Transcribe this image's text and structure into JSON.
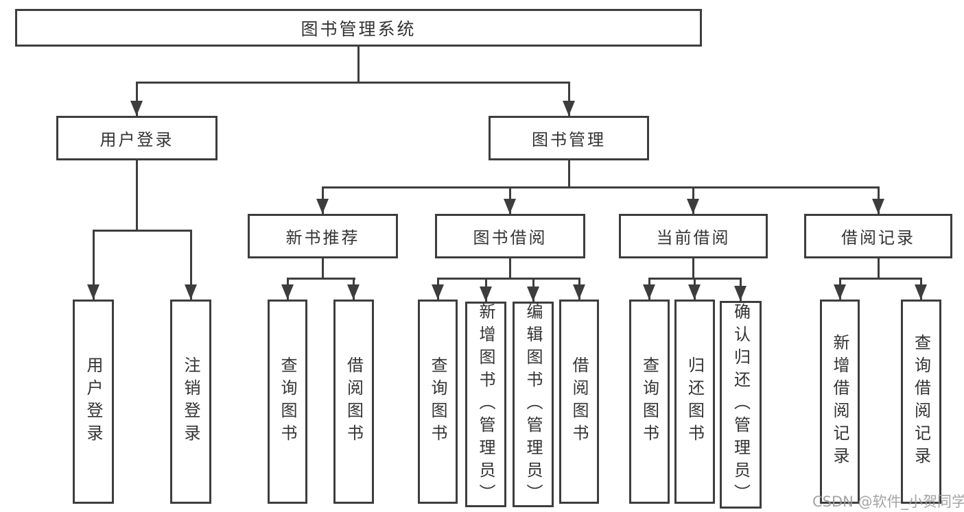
{
  "nodes": {
    "root": "图书管理系统",
    "user_login": "用户登录",
    "book_mgmt": "图书管理",
    "new_book_rec": "新书推荐",
    "book_borrow": "图书借阅",
    "current_borrow": "当前借阅",
    "borrow_records": "借阅记录",
    "ul_user_login": "用户登录",
    "ul_logout": "注销登录",
    "nb_query_book": "查询图书",
    "nb_borrow_book": "借阅图书",
    "bb_query_book": "查询图书",
    "bb_add_book": "新增图书（管理员）",
    "bb_edit_book": "编辑图书（管理员）",
    "bb_borrow_book": "借阅图书",
    "cb_query_book": "查询图书",
    "cb_return_book": "归还图书",
    "cb_confirm_return": "确认归还（管理员）",
    "br_add_record": "新增借阅记录",
    "br_query_record": "查询借阅记录"
  },
  "watermark": "CSDN @软件_小贺同学",
  "colors": {
    "line": "#3d3d3d",
    "text": "#333333",
    "background": "#ffffff",
    "watermark": "#9c9c9c"
  }
}
